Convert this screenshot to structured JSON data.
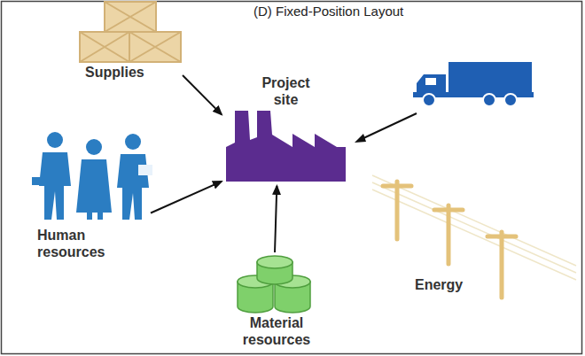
{
  "diagram": {
    "title": "(D) Fixed-Position Layout",
    "nodes": [
      {
        "text": [
          "Supplies"
        ]
      },
      {
        "text": [
          "Project site"
        ]
      },
      {
        "text": [
          "Human resources"
        ]
      },
      {
        "text": [
          "Energy"
        ]
      },
      {
        "text": [
          "Material resources"
        ]
      }
    ],
    "edges": [
      {
        "from": 0,
        "to": 1,
        "arrow": "to"
      },
      {
        "from": 2,
        "to": 1,
        "arrow": "to"
      },
      {
        "from": 4,
        "to": 1,
        "arrow": "to"
      }
    ]
  }
}
